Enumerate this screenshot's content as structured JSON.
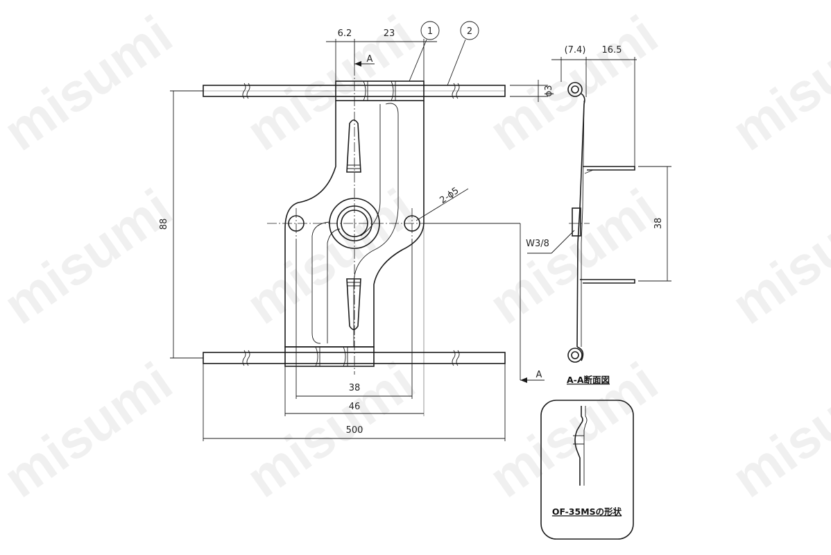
{
  "watermark": "misumi",
  "dimensions": {
    "top_offset": "6.2",
    "top_span": "23",
    "rod_diameter": "ϕ3",
    "height": "88",
    "hole_spec": "2-ϕ5",
    "inner_width": "38",
    "outer_width": "46",
    "rod_length": "500",
    "side_offset": "(7.4)",
    "side_depth": "16.5",
    "side_pitch": "38",
    "thread": "W3/8"
  },
  "callouts": {
    "part1": "1",
    "part2": "2"
  },
  "section_marker": "A",
  "section_caption": "A-A断面図",
  "detail_caption": "OF-35MSの形状"
}
